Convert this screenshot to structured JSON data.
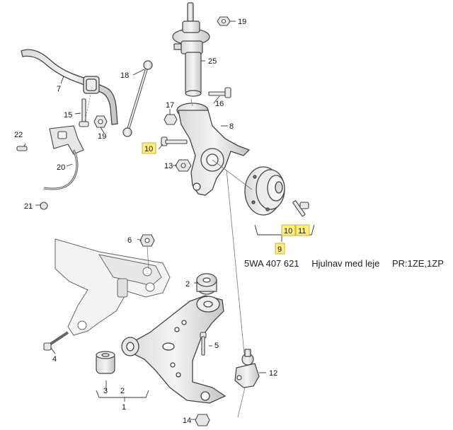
{
  "diagram": {
    "callouts": [
      {
        "id": "c1",
        "label": "1",
        "highlight": false
      },
      {
        "id": "c2",
        "label": "2",
        "highlight": false
      },
      {
        "id": "c2b",
        "label": "2",
        "highlight": false
      },
      {
        "id": "c3",
        "label": "3",
        "highlight": false
      },
      {
        "id": "c4",
        "label": "4",
        "highlight": false
      },
      {
        "id": "c5",
        "label": "5",
        "highlight": false
      },
      {
        "id": "c6",
        "label": "6",
        "highlight": false
      },
      {
        "id": "c7",
        "label": "7",
        "highlight": false
      },
      {
        "id": "c8",
        "label": "8",
        "highlight": false
      },
      {
        "id": "c9",
        "label": "9",
        "highlight": true
      },
      {
        "id": "c10",
        "label": "10",
        "highlight": true
      },
      {
        "id": "c10b",
        "label": "10",
        "highlight": true
      },
      {
        "id": "c11",
        "label": "11",
        "highlight": true
      },
      {
        "id": "c12",
        "label": "12",
        "highlight": false
      },
      {
        "id": "c13",
        "label": "13",
        "highlight": false
      },
      {
        "id": "c14",
        "label": "14",
        "highlight": false
      },
      {
        "id": "c15",
        "label": "15",
        "highlight": false
      },
      {
        "id": "c16",
        "label": "16",
        "highlight": false
      },
      {
        "id": "c17",
        "label": "17",
        "highlight": false
      },
      {
        "id": "c18",
        "label": "18",
        "highlight": false
      },
      {
        "id": "c19",
        "label": "19",
        "highlight": false
      },
      {
        "id": "c19b",
        "label": "19",
        "highlight": false
      },
      {
        "id": "c20",
        "label": "20",
        "highlight": false
      },
      {
        "id": "c21",
        "label": "21",
        "highlight": false
      },
      {
        "id": "c22",
        "label": "22",
        "highlight": false
      },
      {
        "id": "c25",
        "label": "25",
        "highlight": false
      }
    ],
    "part_info": {
      "part_number": "5WA 407 621",
      "description": "Hjulnav med leje",
      "pr_code": "PR:1ZE,1ZP"
    },
    "colors": {
      "highlight_fill": "#ffee88",
      "highlight_border": "#c8a400",
      "line": "#333333",
      "part_fill": "#e6e6e6",
      "part_stroke": "#444444"
    }
  }
}
